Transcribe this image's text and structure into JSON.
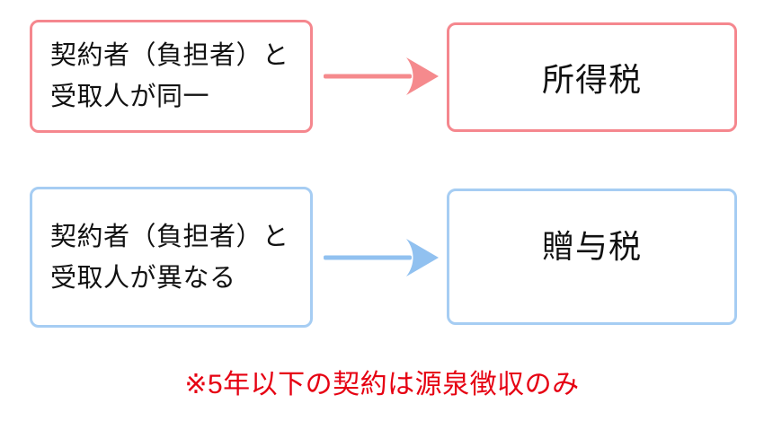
{
  "diagram": {
    "background_color": "#ffffff",
    "text_color": "#111111",
    "rows": [
      {
        "condition_line1": "契約者（負担者）と",
        "condition_line2": "受取人が同一",
        "result": "所得税",
        "box_border_color": "#f5878e",
        "arrow_color": "#f58a8d"
      },
      {
        "condition_line1": "契約者（負担者）と",
        "condition_line2": "受取人が異なる",
        "result": "贈与税",
        "box_border_color": "#a6cdf3",
        "arrow_color": "#91c1f0"
      }
    ],
    "footnote": {
      "text": "※5年以下の契約は源泉徴収のみ",
      "color": "#e60012"
    }
  }
}
